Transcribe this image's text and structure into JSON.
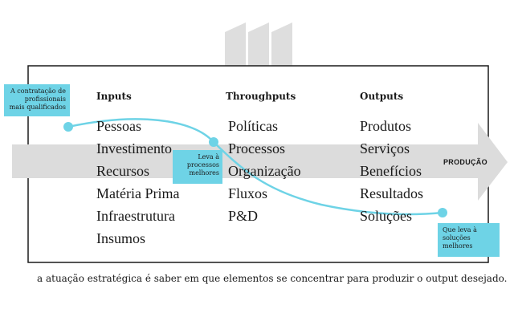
{
  "columns": [
    {
      "heading": "Inputs",
      "items": [
        "Pessoas",
        "Investimento",
        "Recursos",
        "Matéria Prima",
        "Infraestrutura",
        "Insumos"
      ]
    },
    {
      "heading": "Throughputs",
      "items": [
        "Políticas",
        "Processos",
        "Organização",
        "Fluxos",
        "P&D"
      ]
    },
    {
      "heading": "Outputs",
      "items": [
        "Produtos",
        "Serviços",
        "Benefícios",
        "Resultados",
        "Soluções"
      ]
    }
  ],
  "arrow_label": "PRODUÇÃO",
  "notes": {
    "left": "A contratação de profissionais mais qualificados",
    "middle": "Leva à processos melhores",
    "right": "Que leva à soluções melhores"
  },
  "caption": "a atuação estratégica é saber em que elementos se concentrar para produzir o output desejado.",
  "colors": {
    "accent": "#6ed3e6",
    "arrow": "#dcdcdc",
    "chimney": "#dedede",
    "frame": "#1a1a1a",
    "curve": "#6ed3e6"
  }
}
